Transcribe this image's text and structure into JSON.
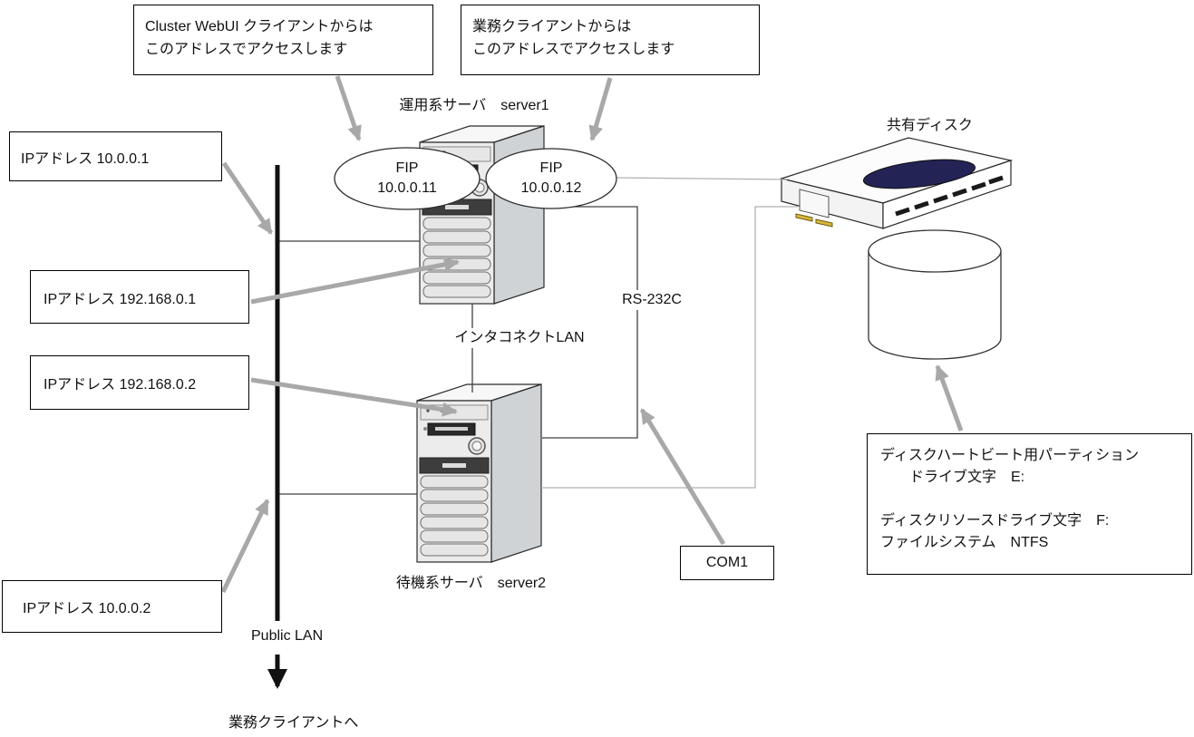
{
  "callouts": [
    {
      "text": "Cluster WebUI クライアントからは\nこのアドレスでアクセスします"
    },
    {
      "text": "業務クライアントからは\nこのアドレスでアクセスします"
    }
  ],
  "ip_labels": [
    {
      "text": "IPアドレス 10.0.0.1"
    },
    {
      "text": "IPアドレス 192.168.0.1"
    },
    {
      "text": "IPアドレス 192.168.0.2"
    },
    {
      "text": "IPアドレス 10.0.0.2"
    }
  ],
  "servers": {
    "primary_label": "運用系サーバ　server1",
    "standby_label": "待機系サーバ　server2"
  },
  "fips": [
    {
      "name": "FIP",
      "address": "10.0.0.11"
    },
    {
      "name": "FIP",
      "address": "10.0.0.12"
    }
  ],
  "shared_disk": {
    "label": "共有ディスク",
    "info": "ディスクハートビート用パーティション\n　　ドライブ文字　E:\n\nディスクリソースドライブ文字　F:\nファイルシステム　NTFS"
  },
  "connections": {
    "interconnect": "インタコネクトLAN",
    "serial": "RS-232C",
    "serial_port": "COM1",
    "public_lan": "Public LAN",
    "to_business_clients": "業務クライアントへ"
  },
  "colors": {
    "arrow_gray": "#a8a8a8",
    "line_gray": "#b0b0b0",
    "line_dark": "#404040",
    "disk_top_navy": "#232355",
    "led_yellow": "#d8b83a"
  }
}
